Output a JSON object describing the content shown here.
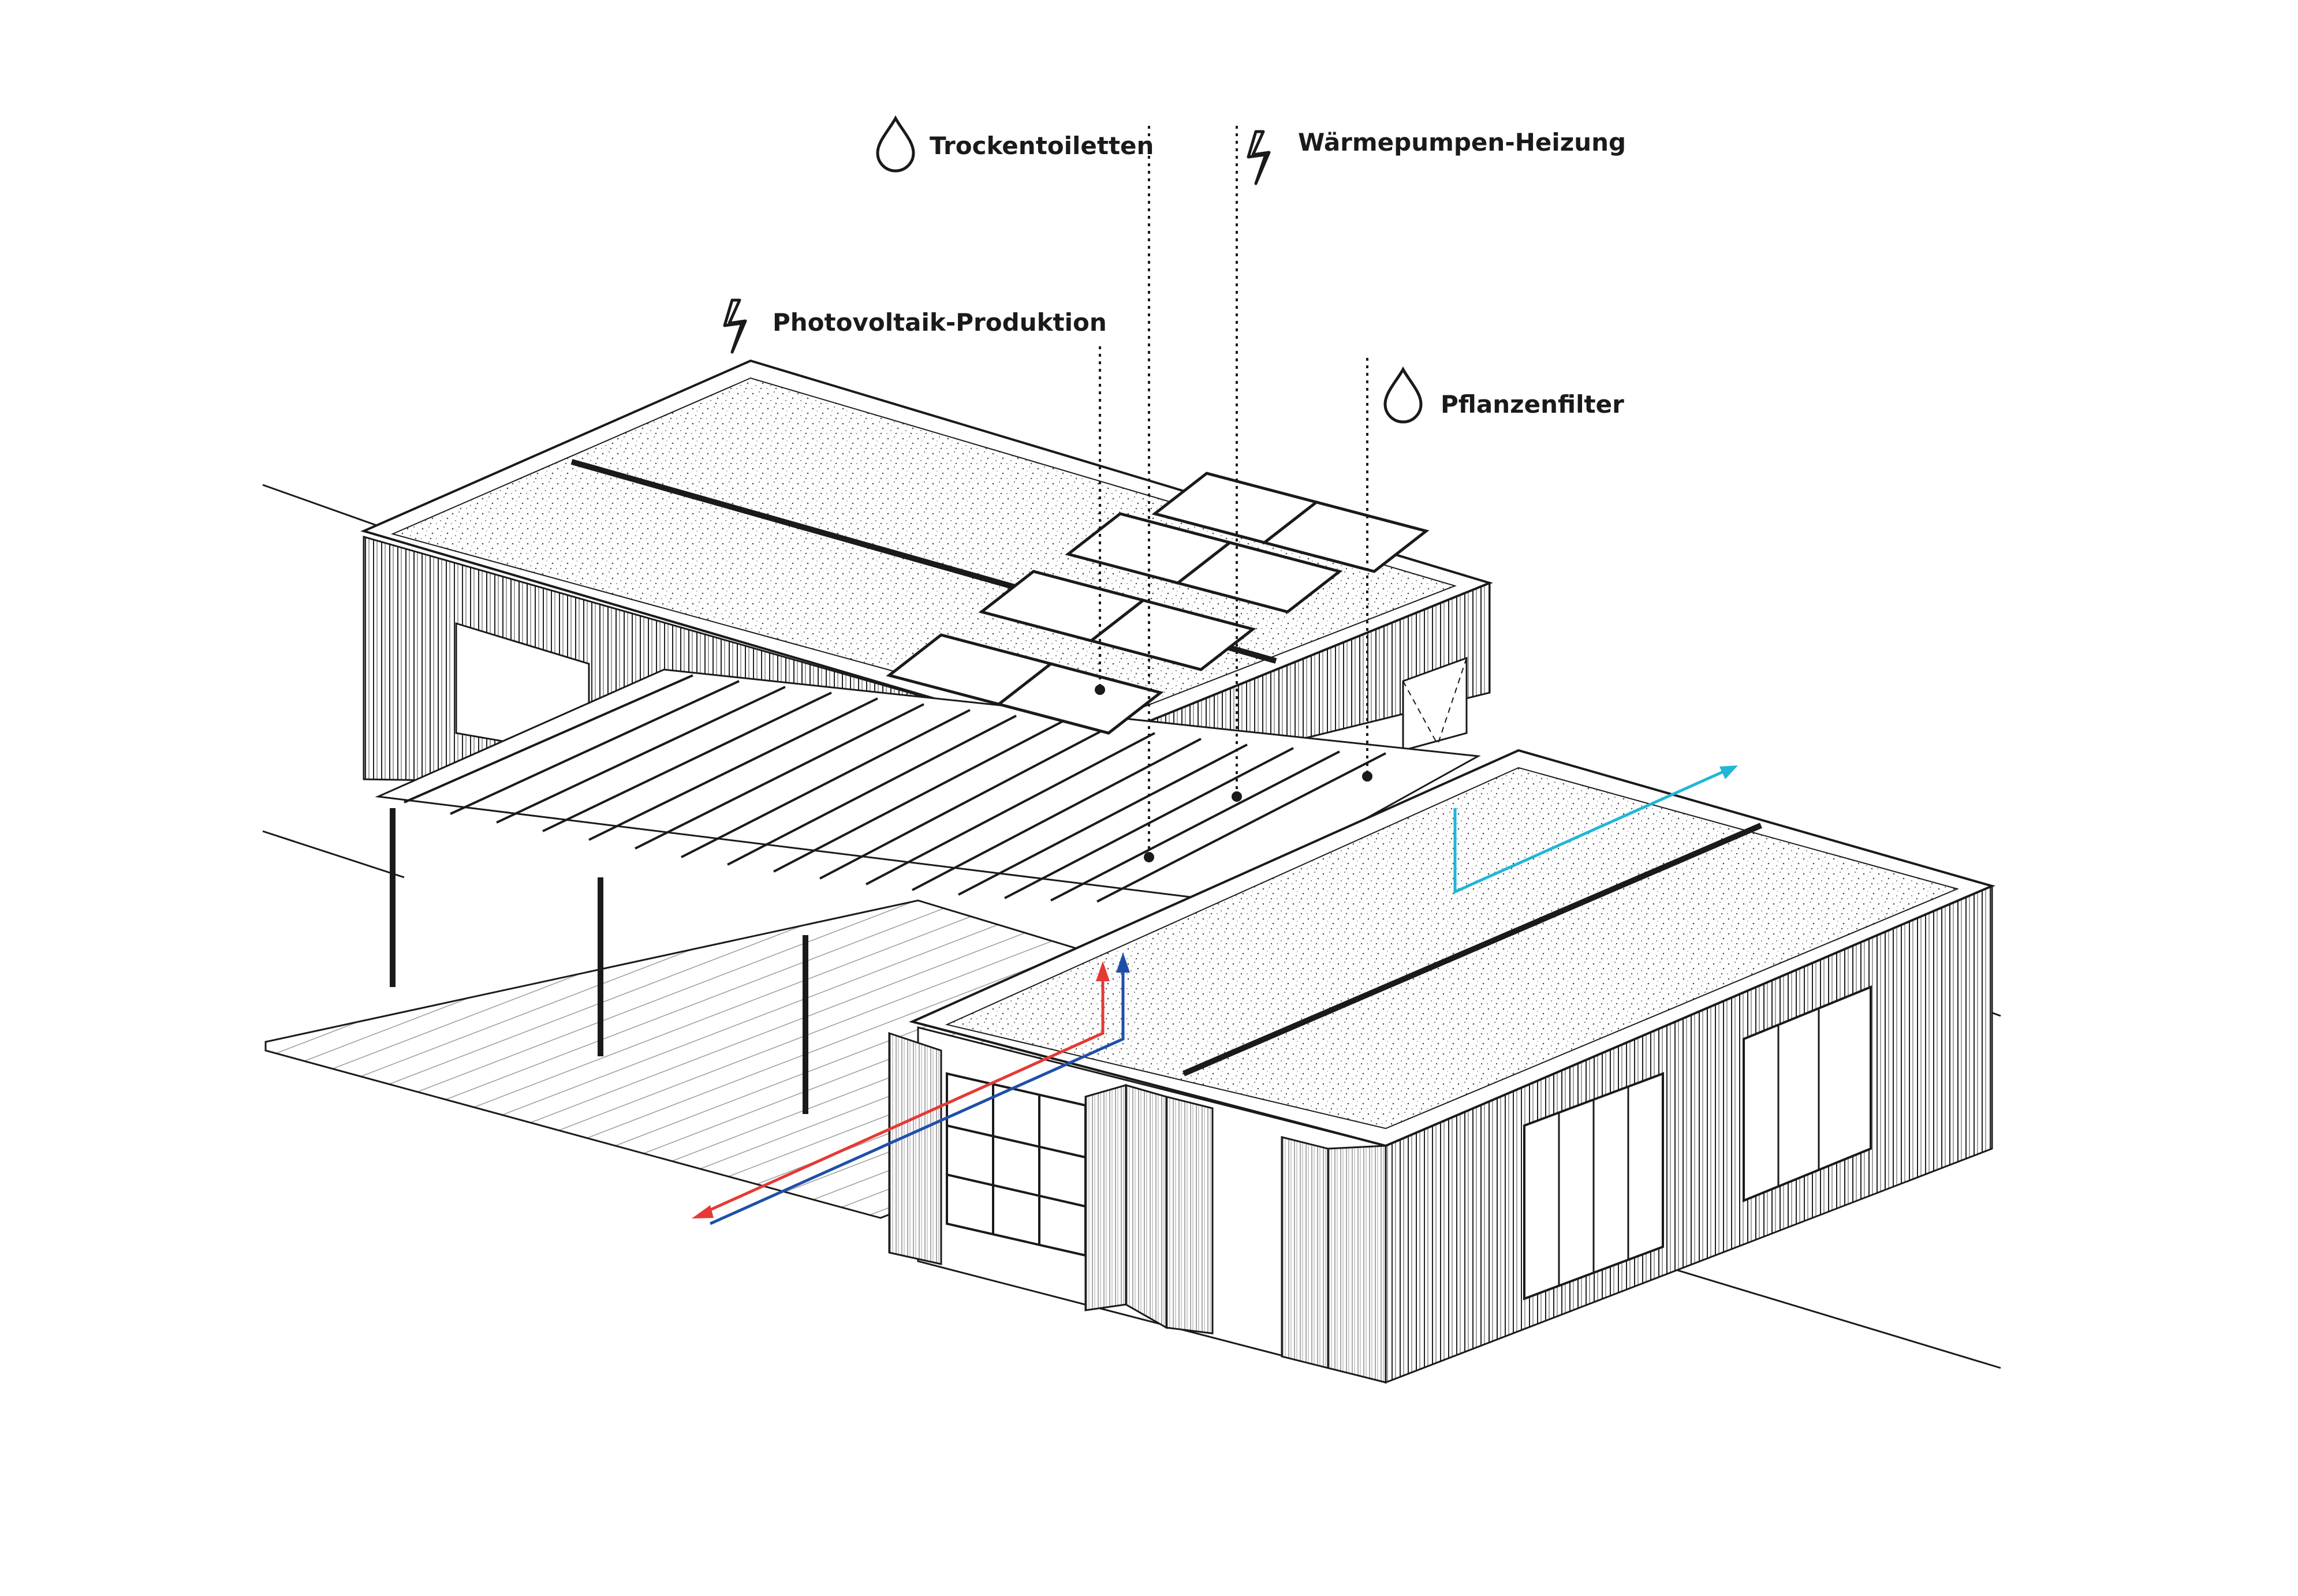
{
  "callouts": {
    "dry_toilets": {
      "label": "Trockentoiletten",
      "icon": "water-drop-icon"
    },
    "heat_pump": {
      "label": "Wärmepumpen-Heizung",
      "icon": "lightning-icon"
    },
    "photovoltaic": {
      "label": "Photovoltaik-Produktion",
      "icon": "lightning-icon"
    },
    "plant_filter": {
      "label": "Pflanzenfilter",
      "icon": "water-drop-icon"
    }
  },
  "colors": {
    "line": "#1a1a1a",
    "warm_air_arrow": "#e53935",
    "cool_air_arrow": "#1e4fa8",
    "exhaust_arrow": "#21b6d6",
    "background": "#ffffff"
  }
}
